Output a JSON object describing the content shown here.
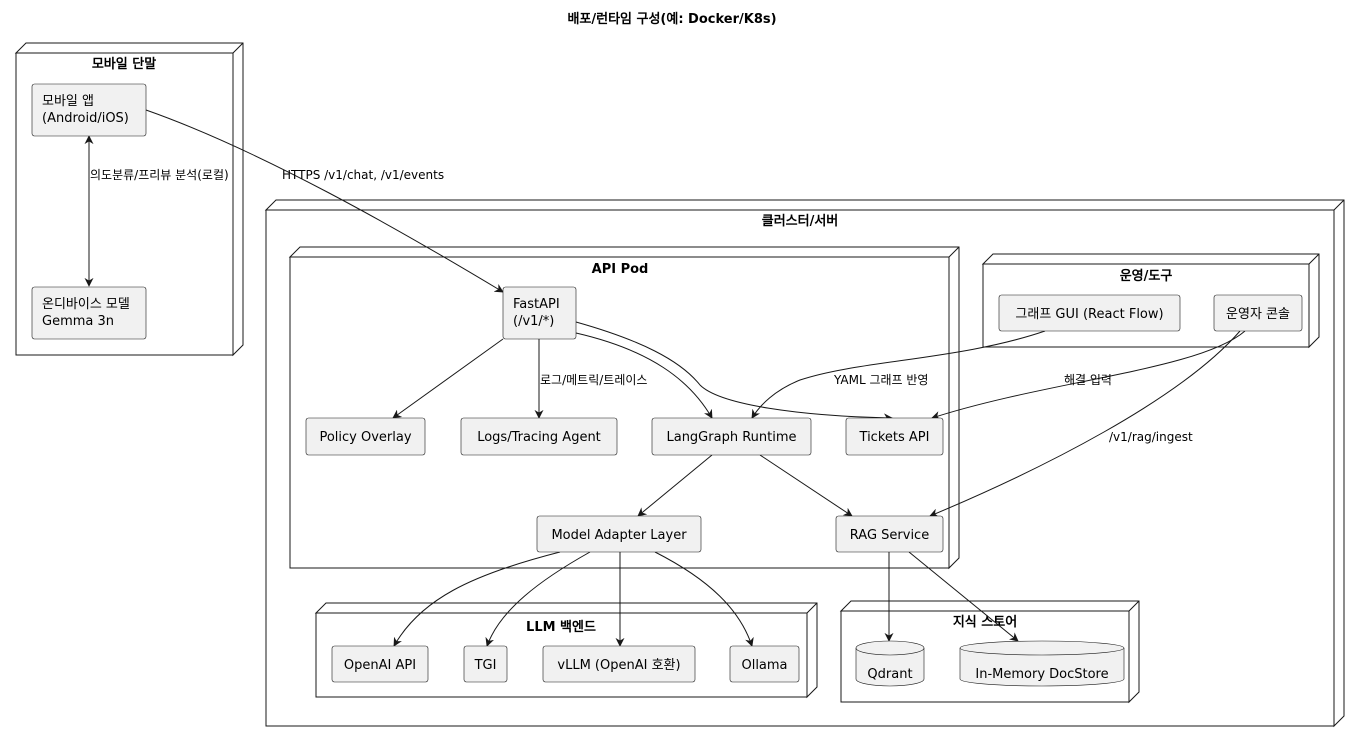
{
  "diagram": {
    "title": "배포/런타임 구성(예: Docker/K8s)",
    "nodes": {
      "mobile": "모바일 단말",
      "cluster": "클러스터/서버",
      "api_pod": "API Pod",
      "ops": "운영/도구",
      "llm": "LLM 백엔드",
      "knowledge": "지식 스토어"
    },
    "components": {
      "mobile_app": [
        "모바일 앱",
        "(Android/iOS)"
      ],
      "ondevice": [
        "온디바이스 모델",
        "Gemma 3n"
      ],
      "fastapi": [
        "FastAPI",
        "(/v1/*)"
      ],
      "policy": [
        "Policy Overlay"
      ],
      "logs": [
        "Logs/Tracing Agent"
      ],
      "langgraph": [
        "LangGraph Runtime"
      ],
      "tickets": [
        "Tickets API"
      ],
      "adapter": [
        "Model Adapter Layer"
      ],
      "rag": [
        "RAG Service"
      ],
      "graph_gui": [
        "그래프 GUI (React Flow)"
      ],
      "console": [
        "운영자 콘솔"
      ],
      "openai": [
        "OpenAI API"
      ],
      "tgi": [
        "TGI"
      ],
      "vllm": [
        "vLLM (OpenAI 호환)"
      ],
      "ollama": [
        "Ollama"
      ],
      "qdrant": [
        "Qdrant"
      ],
      "docstore": [
        "In-Memory DocStore"
      ]
    },
    "edge_labels": {
      "app_ondevice": "의도분류/프리뷰 분석(로컬)",
      "app_fastapi": "HTTPS /v1/chat, /v1/events",
      "fastapi_logs": "로그/메트릭/트레이스",
      "gui_langgraph": "YAML 그래프 반영",
      "console_tickets": "해결 입력",
      "console_rag": "/v1/rag/ingest"
    }
  }
}
